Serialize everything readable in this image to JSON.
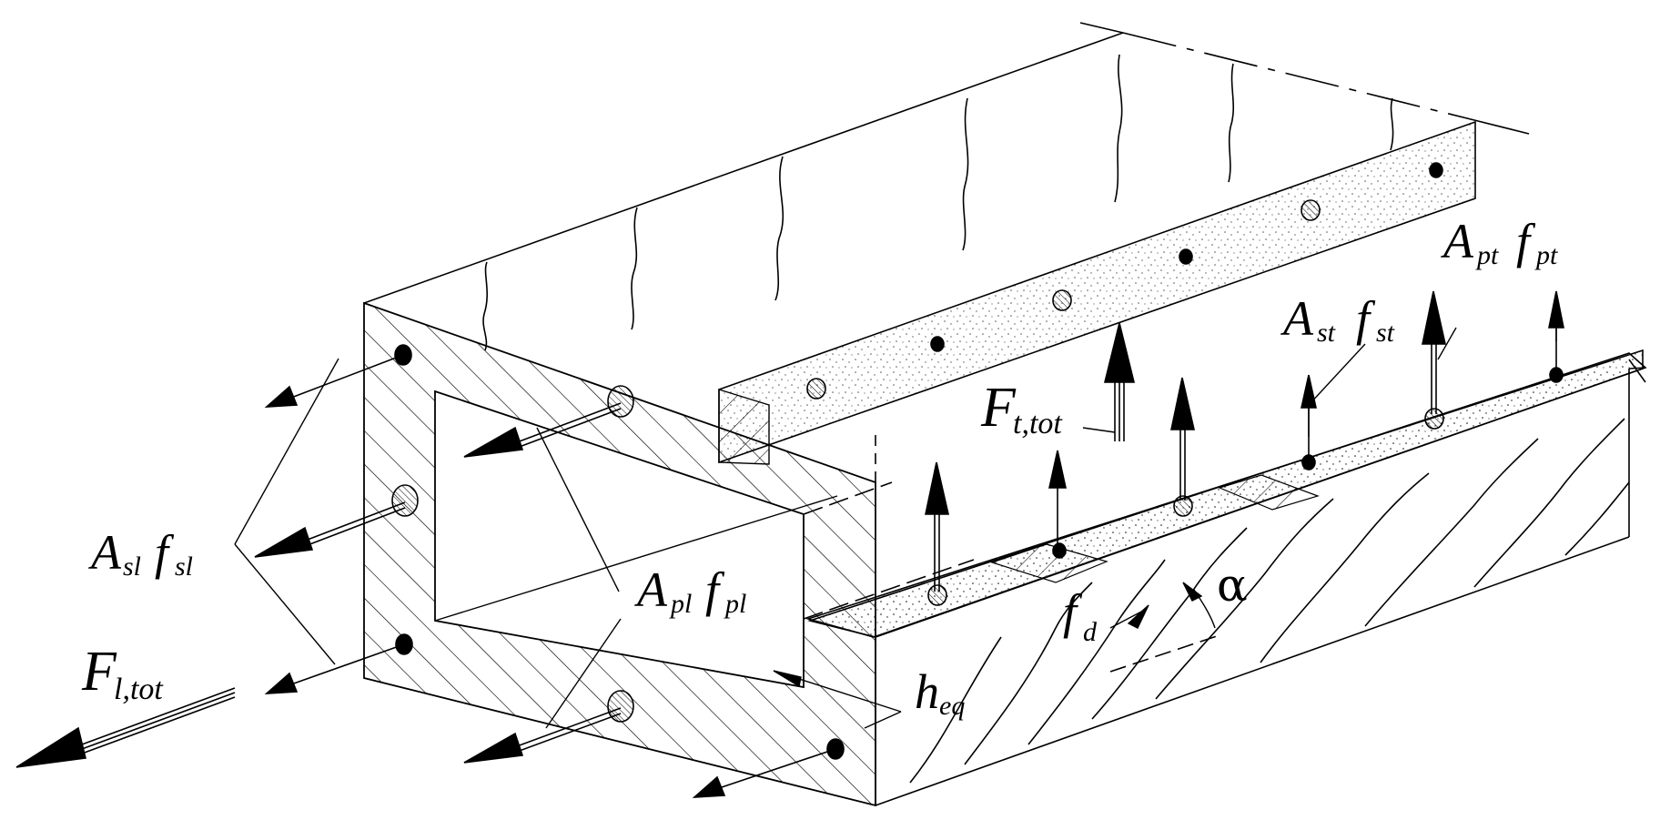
{
  "labels": {
    "Fl": {
      "main": "F",
      "sub": "l,tot"
    },
    "Asl": {
      "A": "A",
      "Asub": "sl",
      "f": "f",
      "fsub": "sl"
    },
    "Apl": {
      "A": "A",
      "Asub": "pl",
      "f": "f",
      "fsub": "pl"
    },
    "Ft": {
      "main": "F",
      "sub": "t,tot"
    },
    "Ast": {
      "A": "A",
      "Asub": "st",
      "f": "f",
      "fsub": "st"
    },
    "Apt": {
      "A": "A",
      "Asub": "pt",
      "f": "f",
      "fsub": "pt"
    },
    "fd": {
      "main": "f",
      "sub": "d"
    },
    "heq": {
      "main": "h",
      "sub": "eq"
    },
    "alpha": "α"
  },
  "colors": {
    "ink": "#000000",
    "paper": "#ffffff",
    "stipple": "#555555"
  }
}
